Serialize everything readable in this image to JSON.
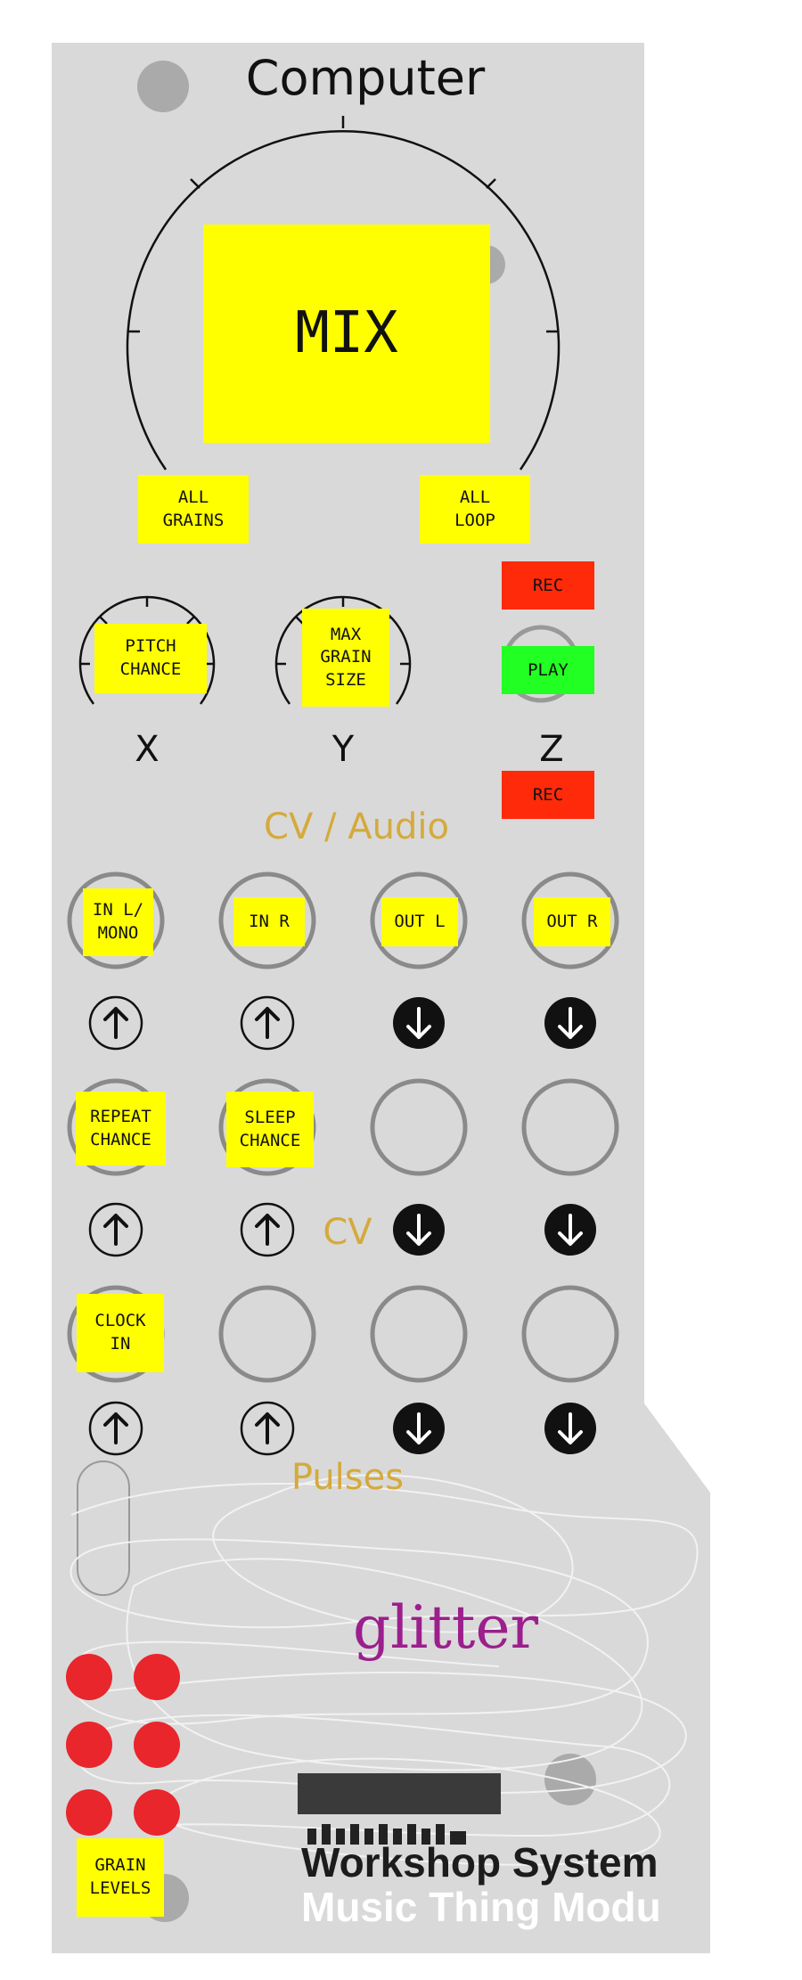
{
  "module": {
    "title": "Computer",
    "brand": "glitter",
    "footer_line1": "Workshop System",
    "footer_line2": "Music Thing Modu"
  },
  "main_knob": {
    "label": "MIX"
  },
  "notes": {
    "all_grains": "ALL\nGRAINS",
    "all_loop": "ALL\nLOOP",
    "pitch_chance": "PITCH\nCHANCE",
    "max_grain_size": "MAX\nGRAIN\nSIZE",
    "in_l_mono": "IN L/\nMONO",
    "in_r": "IN R",
    "out_l": "OUT L",
    "out_r": "OUT R",
    "repeat_chance": "REPEAT\nCHANCE",
    "sleep_chance": "SLEEP\nCHANCE",
    "clock_in": "CLOCK\nIN",
    "grain_levels": "GRAIN\nLEVELS"
  },
  "buttons": {
    "rec_top": "REC",
    "play": "PLAY",
    "rec_bottom": "REC"
  },
  "knob_labels": {
    "x": "X",
    "y": "Y",
    "z": "Z"
  },
  "sections": {
    "cv_audio": "CV / Audio",
    "cv": "CV",
    "pulses": "Pulses"
  },
  "colors": {
    "panel": "#d9d9d9",
    "note": "#ffff00",
    "rec": "#ff2a0a",
    "play": "#22ff22",
    "section_text": "#d4aa3c",
    "brand": "#9b1f8c",
    "led": "#e8262c"
  },
  "icons": {
    "input_arrow": "arrow-up-circle-icon",
    "output_arrow": "arrow-down-circle-icon"
  }
}
